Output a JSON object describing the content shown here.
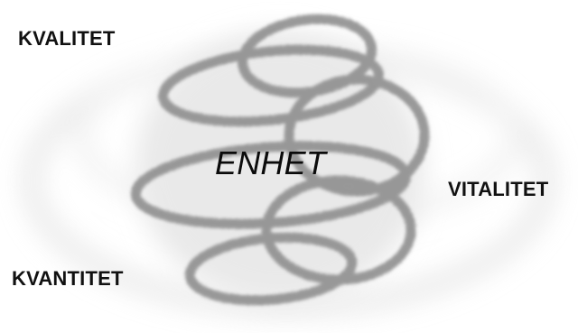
{
  "labels": {
    "quality": "KVALITET",
    "unity": "ENHET",
    "vitality": "VITALITET",
    "quantity": "KVANTITET"
  },
  "colors": {
    "coil": "#8f8f8f",
    "glow": "#dedede",
    "text": "#111111"
  }
}
